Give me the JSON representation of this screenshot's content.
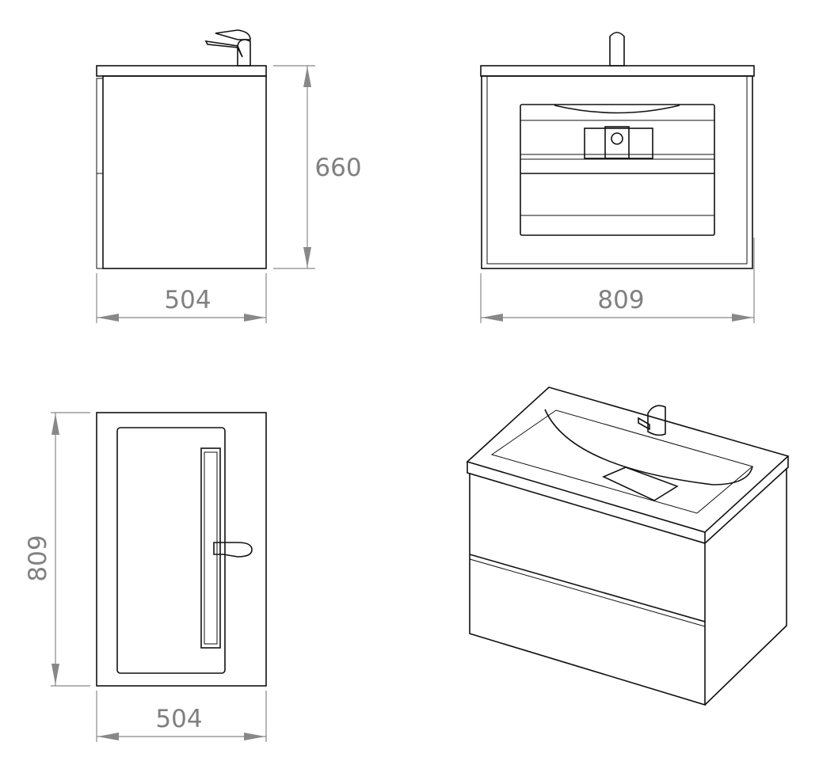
{
  "title": "Vanity unit dimension drawing",
  "views": {
    "side": {
      "width_label": "504",
      "height_label": "660"
    },
    "front": {
      "width_label": "809"
    },
    "top": {
      "depth_label": "809",
      "width_label": "504"
    },
    "isometric": {}
  },
  "colors": {
    "line": "#111111",
    "dimension": "#808080"
  }
}
